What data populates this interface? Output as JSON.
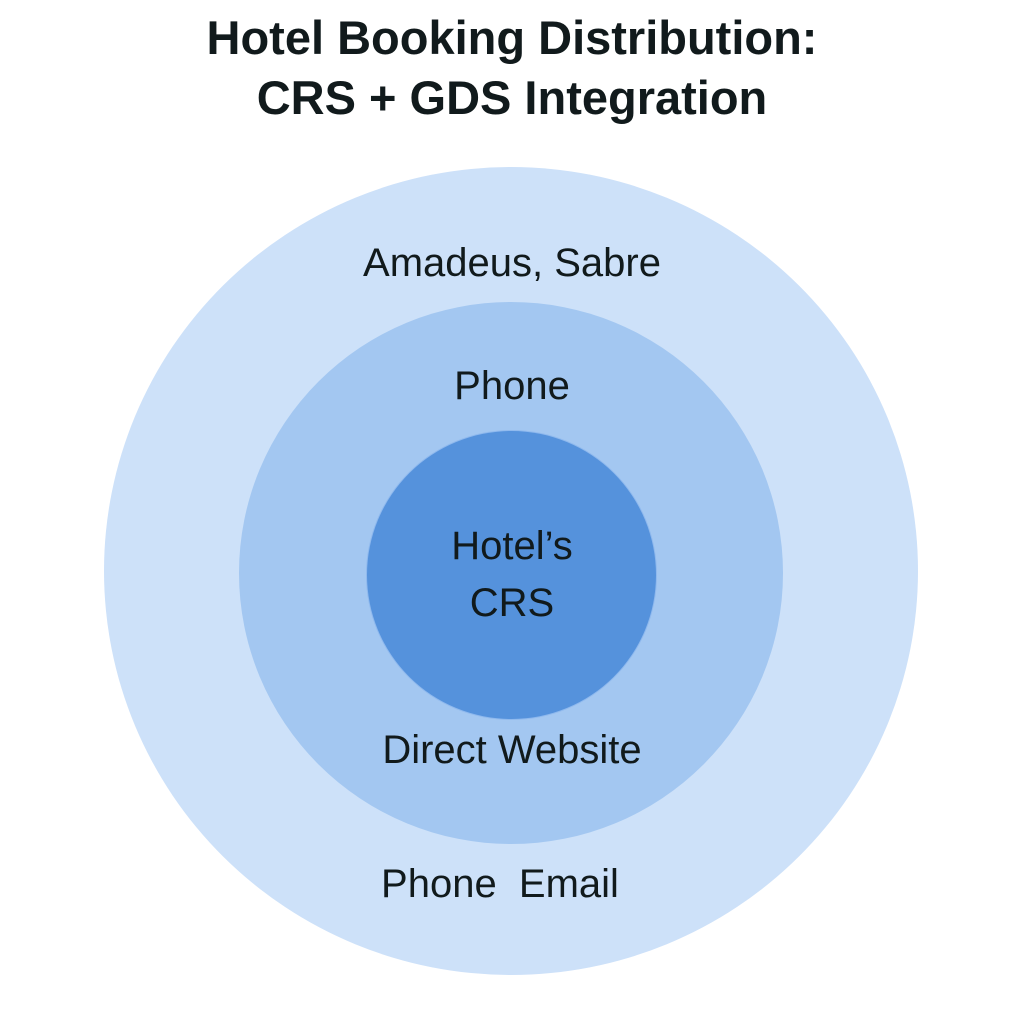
{
  "title": {
    "line1": "Hotel Booking Distribution:",
    "line2": "CRS + GDS Integration"
  },
  "rings": {
    "outer": {
      "label": "Amadeus, Sabre",
      "bottom_label": "Phone  Email",
      "color": "#cde1f9"
    },
    "middle": {
      "label": "Phone",
      "bottom_label": "Direct Website",
      "color": "#a3c7f1"
    },
    "inner": {
      "label_line1": "Hotel’s",
      "label_line2": "CRS",
      "color": "#5592dc"
    }
  }
}
